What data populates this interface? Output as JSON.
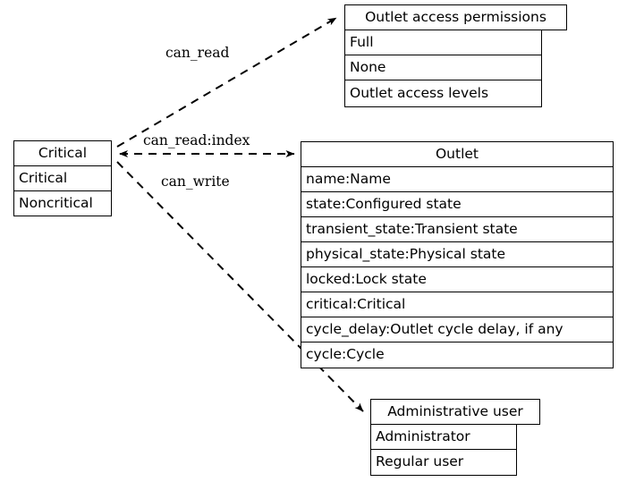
{
  "diagram": {
    "type": "uml-class-diagram",
    "background": "#ffffff",
    "line_color": "#000000",
    "text_color": "#000000"
  },
  "classes": {
    "critical": {
      "name": "Critical",
      "attributes": [
        "Critical",
        "Noncritical"
      ]
    },
    "outlet_access_permissions": {
      "name": "Outlet access permissions",
      "attributes": [
        "Full",
        "None",
        "Outlet access levels"
      ]
    },
    "outlet": {
      "name": "Outlet",
      "attributes": [
        "name:Name",
        "state:Configured state",
        "transient_state:Transient state",
        "physical_state:Physical state",
        "locked:Lock state",
        "critical:Critical",
        "cycle_delay:Outlet cycle delay, if any",
        "cycle:Cycle"
      ]
    },
    "administrative_user": {
      "name": "Administrative user",
      "attributes": [
        "Administrator",
        "Regular user"
      ]
    }
  },
  "edges": [
    {
      "id": "can-read",
      "label": "can_read",
      "from": "critical",
      "to": "outlet_access_permissions",
      "style": "dashed",
      "arrow": "to"
    },
    {
      "id": "can-read-index",
      "label": "can_read:index",
      "from": "critical",
      "to": "outlet",
      "style": "dashed",
      "arrow": "both"
    },
    {
      "id": "can-write",
      "label": "can_write",
      "from": "critical",
      "to": "administrative_user",
      "style": "dashed",
      "arrow": "to"
    }
  ]
}
